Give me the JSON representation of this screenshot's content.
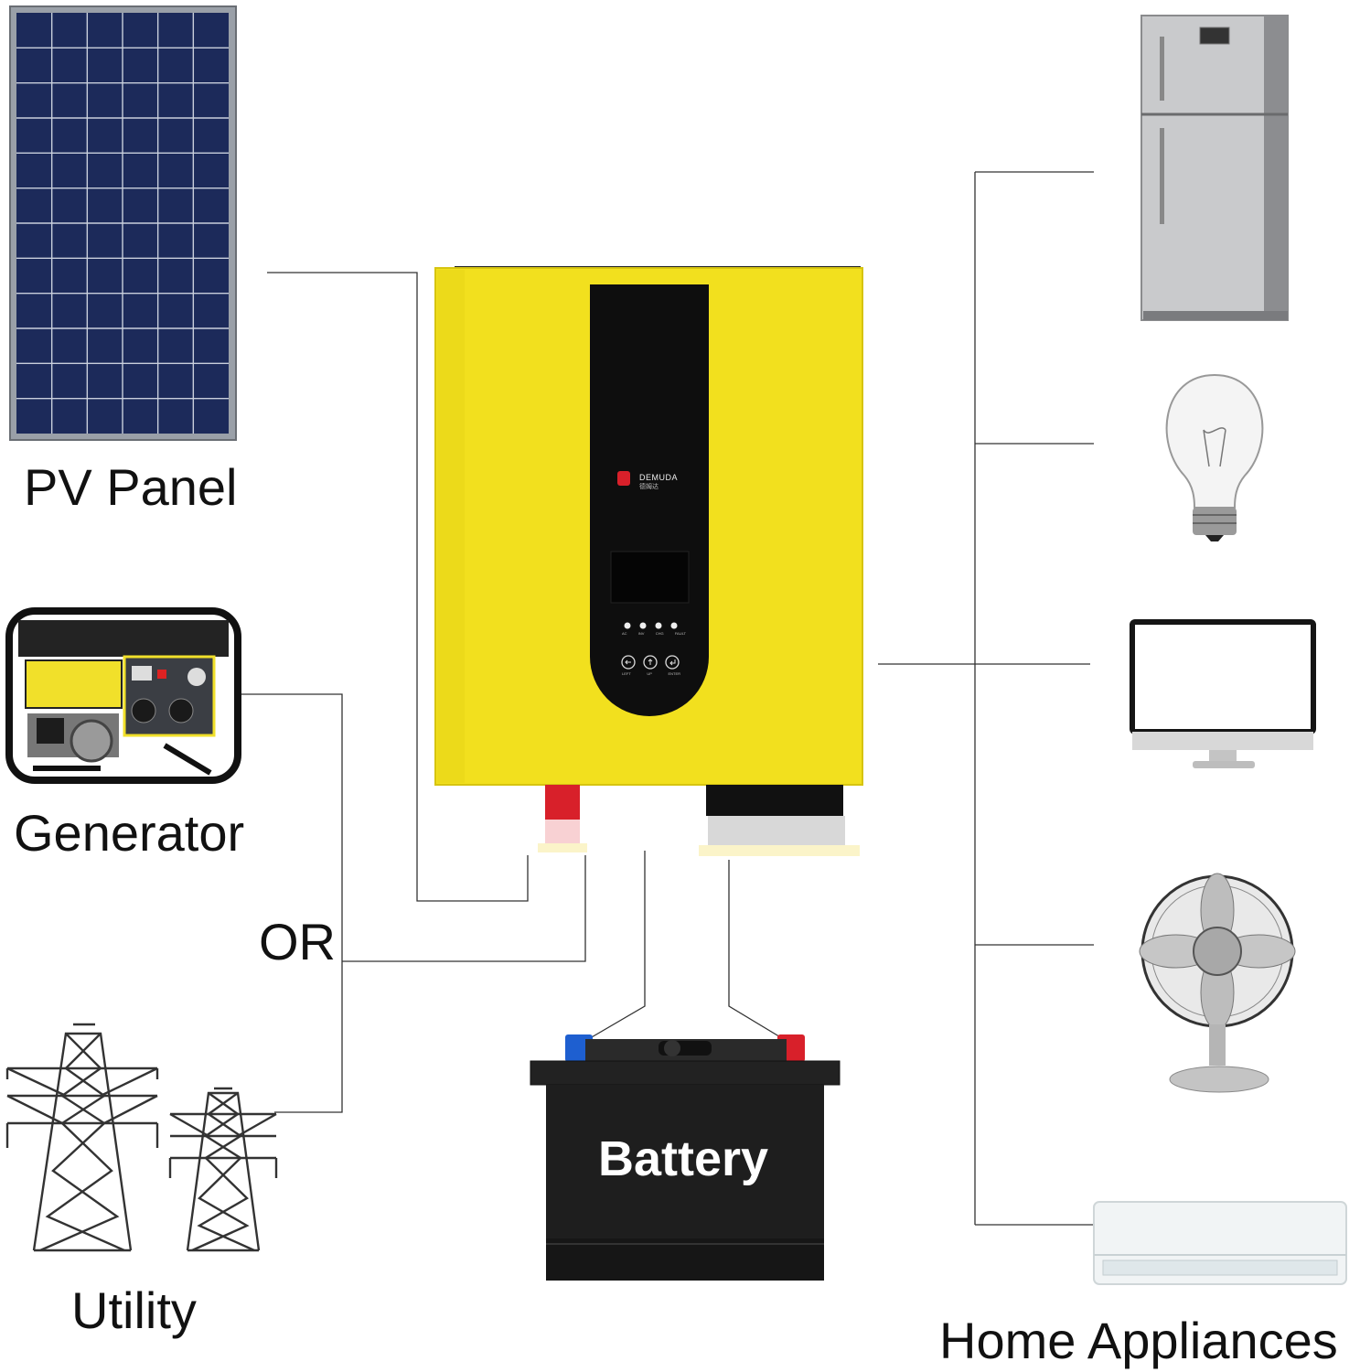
{
  "labels": {
    "pv_panel": "PV Panel",
    "generator": "Generator",
    "or": "OR",
    "utility": "Utility",
    "battery": "Battery",
    "home_appliances": "Home Appliances"
  },
  "inverter": {
    "brand": "DEMUDA",
    "brand_sub": "德姆达",
    "indicators": [
      "AC",
      "INV",
      "CHG",
      "FAULT"
    ],
    "buttons": [
      "LEFT",
      "UP",
      "ENTER"
    ]
  },
  "colors": {
    "inverter_body": "#f2e01e",
    "inverter_panel": "#0e0e0e",
    "solar_cell": "#1c2a5a",
    "battery_body": "#1e1e1e",
    "terminal_positive": "#d8202a",
    "terminal_negative": "#1e5fd0",
    "wire": "#333333"
  },
  "appliances": [
    "refrigerator",
    "light-bulb",
    "computer-monitor",
    "electric-fan",
    "air-conditioner"
  ]
}
